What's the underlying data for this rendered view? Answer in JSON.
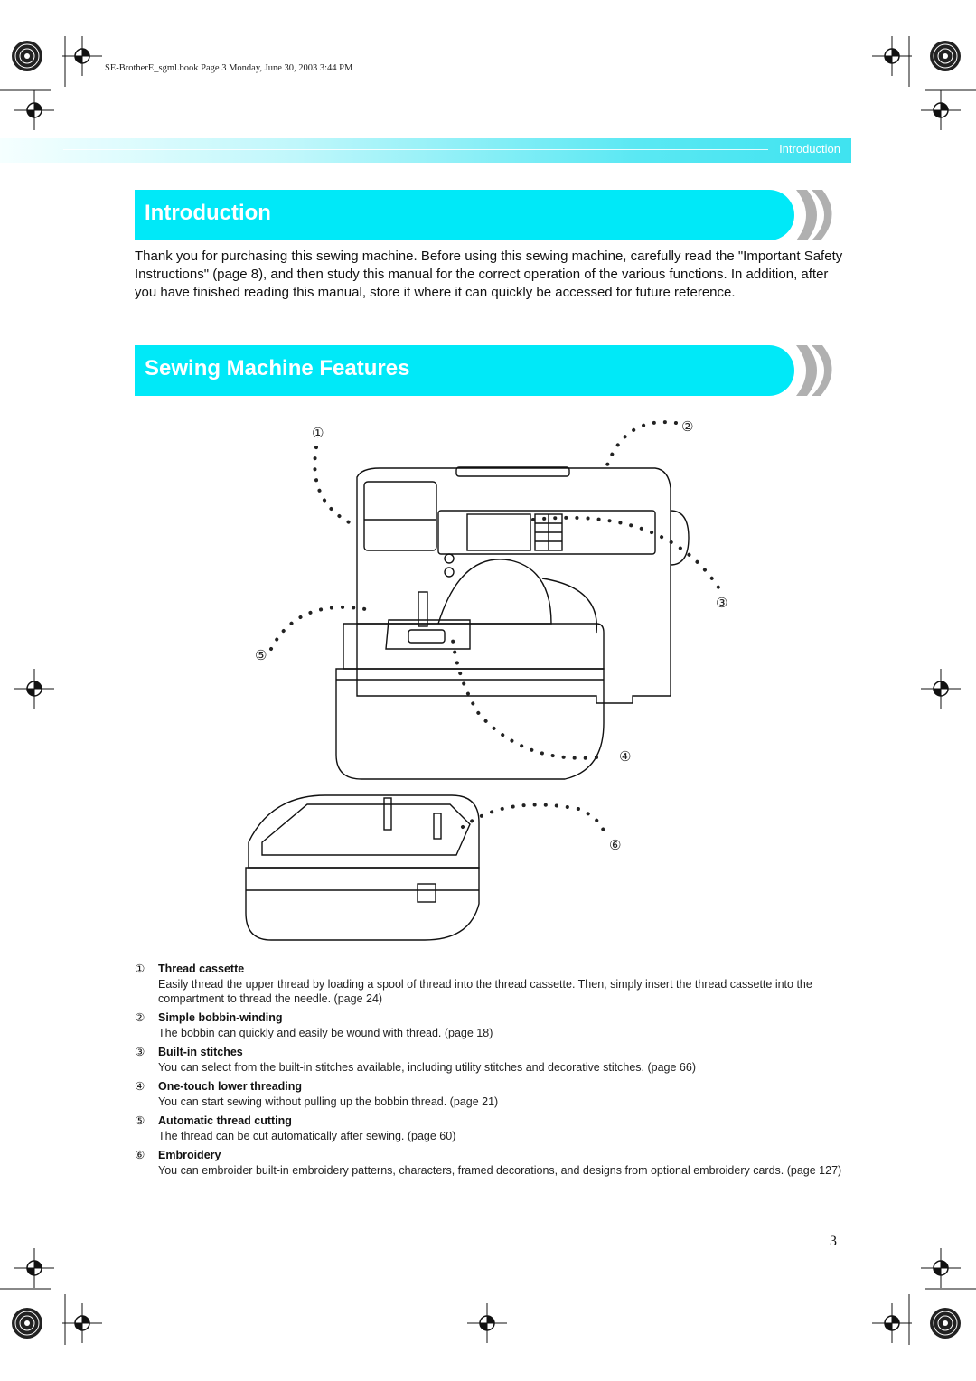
{
  "book_info": "SE-BrotherE_sgml.book  Page 3  Monday, June 30, 2003  3:44 PM",
  "header_band_label": "Introduction",
  "section1": {
    "title": "Introduction",
    "body": "Thank you for purchasing this sewing machine. Before using this sewing machine, carefully read the \"Important Safety Instructions\" (page 8), and then study this manual for the correct operation of the various functions. In addition, after you have finished reading this manual, store it where it can quickly be accessed for future reference."
  },
  "section2": {
    "title": "Sewing Machine Features"
  },
  "callouts": [
    "①",
    "②",
    "③",
    "④",
    "⑤",
    "⑥"
  ],
  "features": [
    {
      "num": "①",
      "title": "Thread cassette",
      "body": "Easily thread the upper thread by loading a spool of thread into the thread cassette. Then, simply insert the thread cassette into the compartment to thread the needle. (page 24)"
    },
    {
      "num": "②",
      "title": "Simple bobbin-winding",
      "body": "The bobbin can quickly and easily be wound with thread. (page 18)"
    },
    {
      "num": "③",
      "title": "Built-in stitches",
      "body": "You can select from the built-in stitches available, including utility stitches and decorative stitches. (page 66)"
    },
    {
      "num": "④",
      "title": "One-touch lower threading",
      "body": "You can start sewing without pulling up the bobbin thread. (page 21)"
    },
    {
      "num": "⑤",
      "title": "Automatic thread cutting",
      "body": "The thread can be cut automatically after sewing. (page 60)"
    },
    {
      "num": "⑥",
      "title": "Embroidery",
      "body": "You can embroider built-in embroidery patterns, characters, framed decorations, and designs from optional embroidery cards. (page 127)"
    }
  ],
  "page_number": "3"
}
